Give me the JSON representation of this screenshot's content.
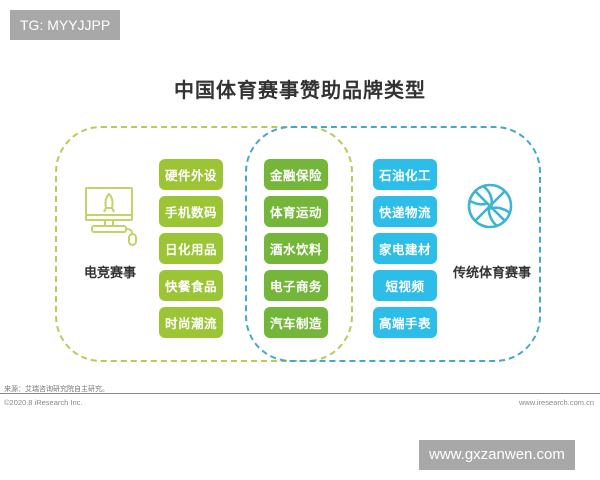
{
  "watermarks": {
    "top": "TG: MYYJJPP",
    "bottom": "www.gxzanwen.com"
  },
  "title": "中国体育赛事赞助品牌类型",
  "colors": {
    "esports_green": "#9cc536",
    "shared_green": "#74b63a",
    "traditional_blue": "#2cbde8",
    "frame_green": "#b6cc5a",
    "frame_blue": "#46a8c9"
  },
  "esports": {
    "label": "电竞赛事",
    "icon": "computer-monitor-icon",
    "items": [
      "硬件外设",
      "手机数码",
      "日化用品",
      "快餐食品",
      "时尚潮流"
    ]
  },
  "shared": {
    "items": [
      "金融保险",
      "体育运动",
      "酒水饮料",
      "电子商务",
      "汽车制造"
    ]
  },
  "traditional": {
    "label": "传统体育赛事",
    "icon": "basketball-icon",
    "items": [
      "石油化工",
      "快递物流",
      "家电建材",
      "短视频",
      "高端手表"
    ]
  },
  "footer": {
    "source": "来源：艾瑞咨询研究院自主研究。",
    "copyright": "©2020.8 iResearch Inc.",
    "site": "www.iresearch.com.cn"
  }
}
